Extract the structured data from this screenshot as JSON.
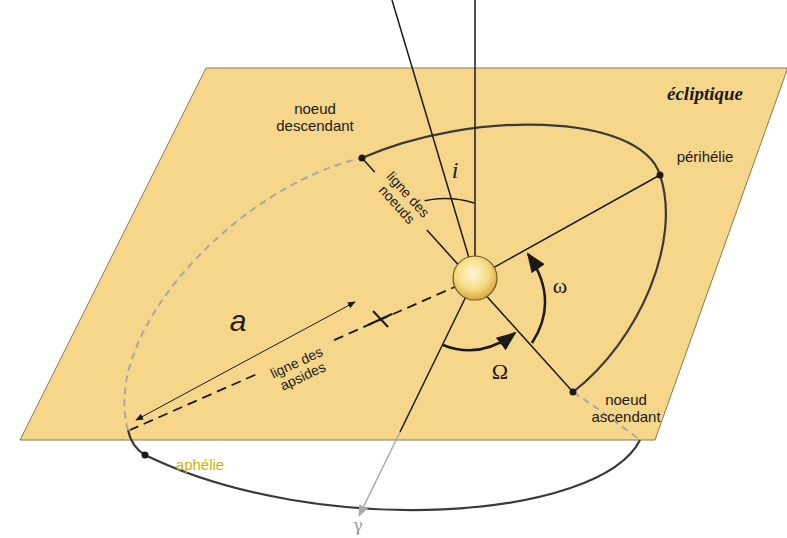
{
  "diagram": {
    "labels": [
      "écliptique",
      "noeud descendant",
      "périhélie",
      "i",
      "ligne des noeuds",
      "ω",
      "a",
      "ligne des apsides",
      "Ω",
      "noeud ascendant",
      "aphélie",
      "γ"
    ]
  }
}
